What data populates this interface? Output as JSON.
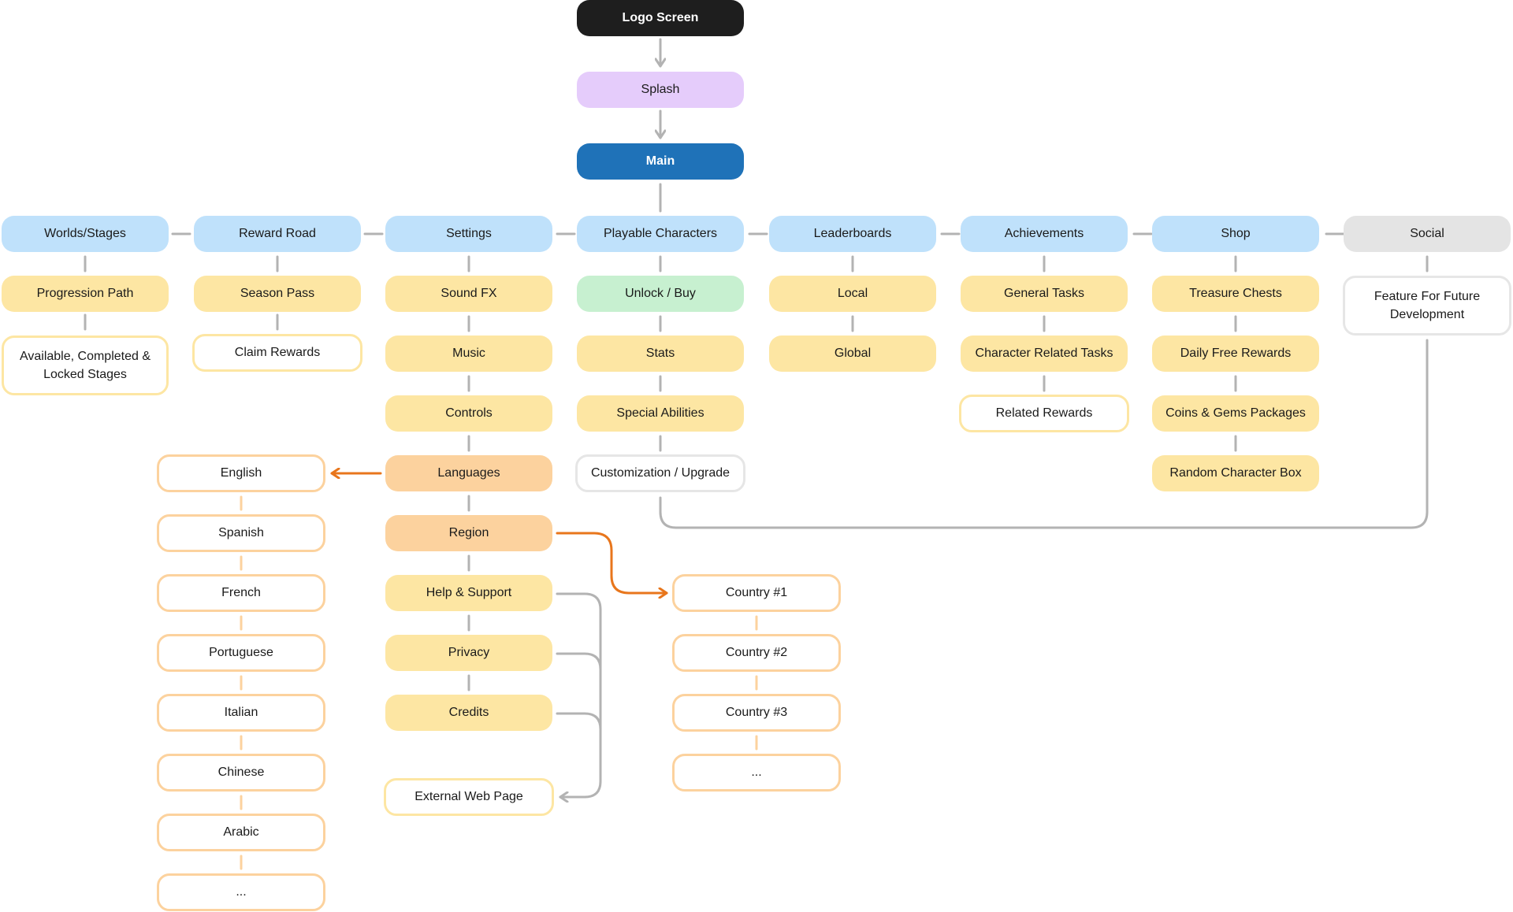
{
  "nodes": {
    "logo_screen": "Logo Screen",
    "splash": "Splash",
    "main": "Main",
    "worlds_stages": "Worlds/Stages",
    "reward_road": "Reward Road",
    "settings": "Settings",
    "playable_characters": "Playable Characters",
    "leaderboards": "Leaderboards",
    "achievements": "Achievements",
    "shop": "Shop",
    "social": "Social",
    "progression_path": "Progression Path",
    "stages_states": "Available, Completed & Locked Stages",
    "season_pass": "Season Pass",
    "claim_rewards": "Claim Rewards",
    "sound_fx": "Sound FX",
    "music": "Music",
    "controls": "Controls",
    "languages": "Languages",
    "region": "Region",
    "help_support": "Help & Support",
    "privacy": "Privacy",
    "credits": "Credits",
    "external_web_page": "External Web Page",
    "unlock_buy": "Unlock / Buy",
    "stats": "Stats",
    "special_abilities": "Special Abilities",
    "customization_upgrade": "Customization / Upgrade",
    "local": "Local",
    "global": "Global",
    "general_tasks": "General Tasks",
    "character_related_tasks": "Character Related Tasks",
    "related_rewards": "Related Rewards",
    "treasure_chests": "Treasure Chests",
    "daily_free_rewards": "Daily Free Rewards",
    "coins_gems_packages": "Coins & Gems Packages",
    "random_character_box": "Random Character Box",
    "feature_future": "Feature For Future Development",
    "lang_english": "English",
    "lang_spanish": "Spanish",
    "lang_french": "French",
    "lang_portuguese": "Portuguese",
    "lang_italian": "Italian",
    "lang_chinese": "Chinese",
    "lang_arabic": "Arabic",
    "lang_more": "...",
    "country_1": "Country #1",
    "country_2": "Country #2",
    "country_3": "Country #3",
    "country_more": "..."
  },
  "colors": {
    "connector": "#b3b3b3",
    "accent_arrow": "#e8761c",
    "language_link": "#fcd29e"
  }
}
